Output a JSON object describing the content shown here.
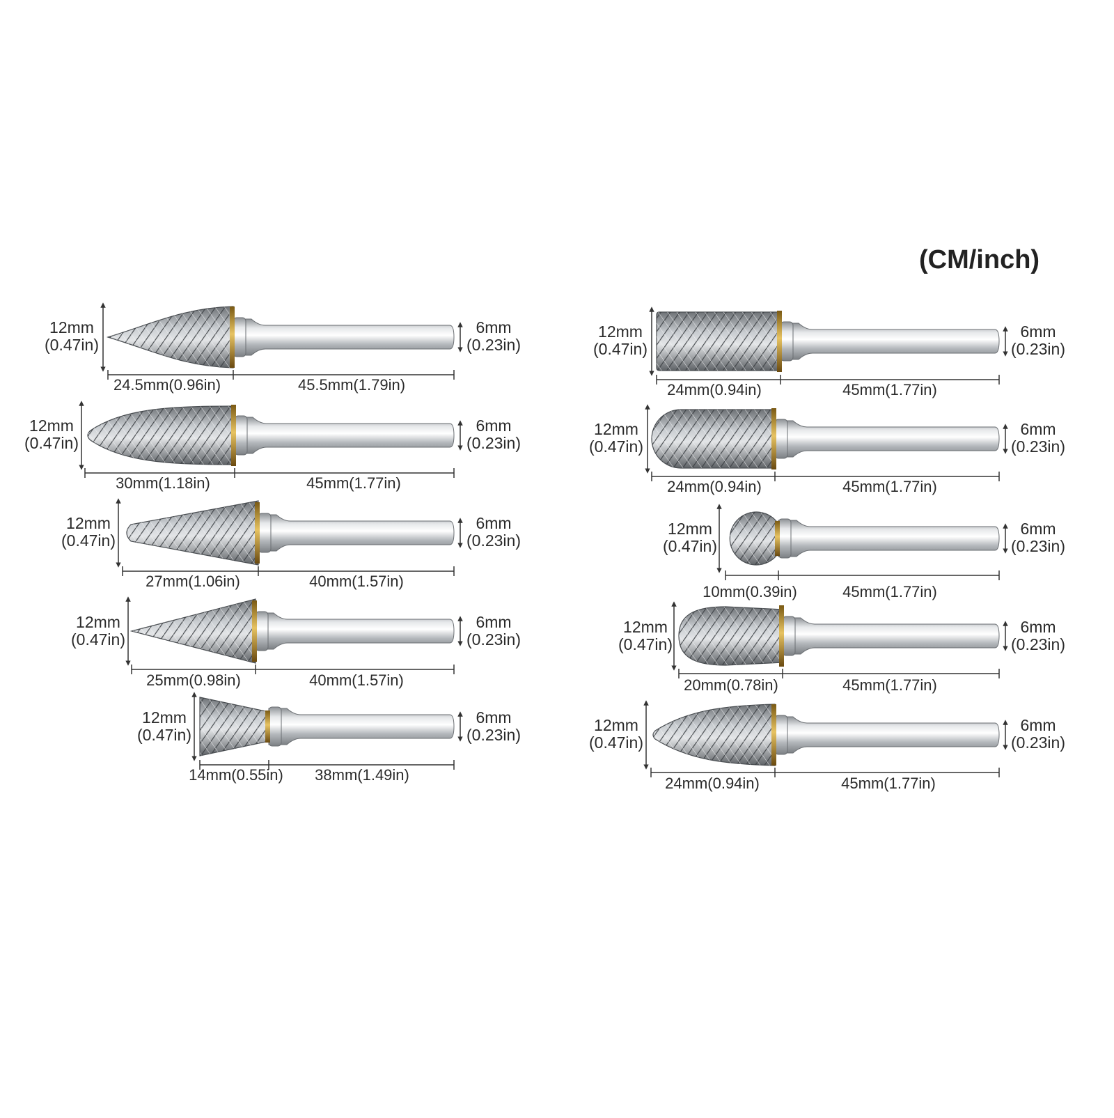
{
  "unit_note": "(CM/inch)",
  "colors": {
    "steel": "#b8bcc0",
    "collar": "#c8a040",
    "line": "#333333"
  },
  "burrs": [
    {
      "shape": "pointed-tree",
      "head_diameter": [
        "12mm",
        "(0.47in)"
      ],
      "shank_diameter": [
        "6mm",
        "(0.23in)"
      ],
      "head_length": "24.5mm(0.96in)",
      "shank_length": "45.5mm(1.79in)"
    },
    {
      "shape": "tree-radius",
      "head_diameter": [
        "12mm",
        "(0.47in)"
      ],
      "shank_diameter": [
        "6mm",
        "(0.23in)"
      ],
      "head_length": "30mm(1.18in)",
      "shank_length": "45mm(1.77in)"
    },
    {
      "shape": "cone-ball-nose",
      "head_diameter": [
        "12mm",
        "(0.47in)"
      ],
      "shank_diameter": [
        "6mm",
        "(0.23in)"
      ],
      "head_length": "27mm(1.06in)",
      "shank_length": "40mm(1.57in)"
    },
    {
      "shape": "pointed-cone",
      "head_diameter": [
        "12mm",
        "(0.47in)"
      ],
      "shank_diameter": [
        "6mm",
        "(0.23in)"
      ],
      "head_length": "25mm(0.98in)",
      "shank_length": "40mm(1.57in)"
    },
    {
      "shape": "inverted-cone",
      "head_diameter": [
        "12mm",
        "(0.47in)"
      ],
      "shank_diameter": [
        "6mm",
        "(0.23in)"
      ],
      "head_length": "14mm(0.55in)",
      "shank_length": "38mm(1.49in)"
    },
    {
      "shape": "cylinder",
      "head_diameter": [
        "12mm",
        "(0.47in)"
      ],
      "shank_diameter": [
        "6mm",
        "(0.23in)"
      ],
      "head_length": "24mm(0.94in)",
      "shank_length": "45mm(1.77in)"
    },
    {
      "shape": "cylinder-ball-nose",
      "head_diameter": [
        "12mm",
        "(0.47in)"
      ],
      "shank_diameter": [
        "6mm",
        "(0.23in)"
      ],
      "head_length": "24mm(0.94in)",
      "shank_length": "45mm(1.77in)"
    },
    {
      "shape": "ball",
      "head_diameter": [
        "12mm",
        "(0.47in)"
      ],
      "shank_diameter": [
        "6mm",
        "(0.23in)"
      ],
      "head_length": "10mm(0.39in)",
      "shank_length": "45mm(1.77in)"
    },
    {
      "shape": "oval",
      "head_diameter": [
        "12mm",
        "(0.47in)"
      ],
      "shank_diameter": [
        "6mm",
        "(0.23in)"
      ],
      "head_length": "20mm(0.78in)",
      "shank_length": "45mm(1.77in)"
    },
    {
      "shape": "flame",
      "head_diameter": [
        "12mm",
        "(0.47in)"
      ],
      "shank_diameter": [
        "6mm",
        "(0.23in)"
      ],
      "head_length": "24mm(0.94in)",
      "shank_length": "45mm(1.77in)"
    }
  ]
}
